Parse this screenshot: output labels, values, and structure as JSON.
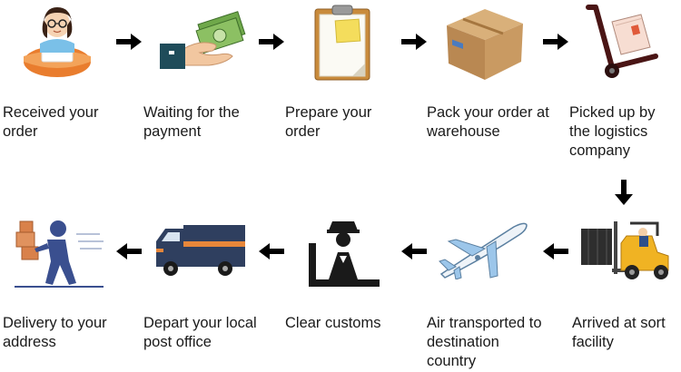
{
  "steps": [
    {
      "label": "Received your order",
      "icon": "receptionist-icon"
    },
    {
      "label": "Waiting for the payment",
      "icon": "money-hand-icon"
    },
    {
      "label": "Prepare your order",
      "icon": "clipboard-icon"
    },
    {
      "label": "Pack your order at warehouse",
      "icon": "cardboard-box-icon"
    },
    {
      "label": "Picked up by the logistics company",
      "icon": "hand-truck-icon"
    },
    {
      "label": "Arrived at sort facility",
      "icon": "forklift-icon"
    },
    {
      "label": "Air transported to destination country",
      "icon": "airplane-icon"
    },
    {
      "label": "Clear customs",
      "icon": "customs-officer-icon"
    },
    {
      "label": "Depart your local post office",
      "icon": "delivery-truck-icon"
    },
    {
      "label": "Delivery to your address",
      "icon": "courier-running-icon"
    }
  ],
  "colors": {
    "text": "#1a1a1a",
    "arrow": "#000000",
    "accent_orange": "#e8873a",
    "truck_blue": "#2f3f5f"
  }
}
